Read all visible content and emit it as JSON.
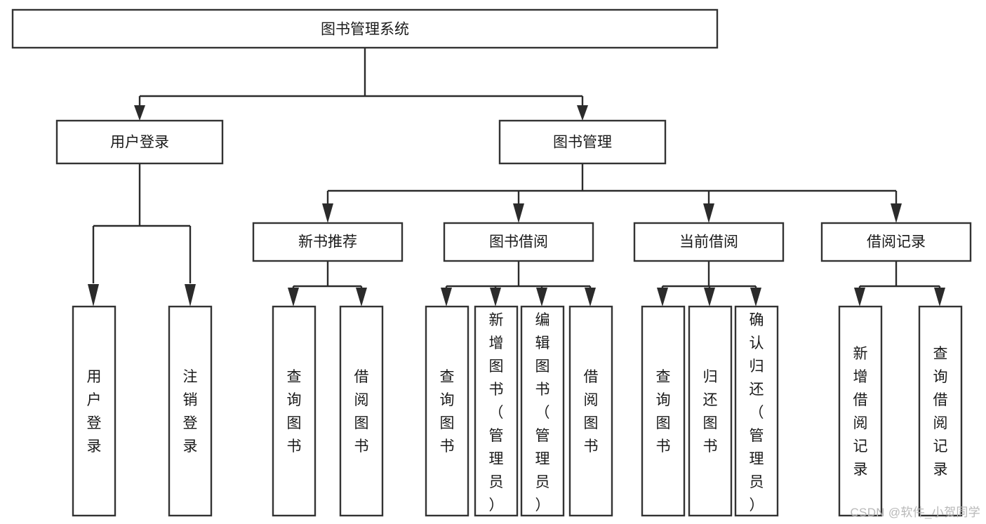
{
  "diagram": {
    "title": "图书管理系统",
    "type": "hierarchy-tree",
    "watermark": "CSDN @软件_小贺同学",
    "levels": {
      "root": {
        "label": "图书管理系统"
      },
      "level2": [
        {
          "id": "user-login",
          "label": "用户登录"
        },
        {
          "id": "book-management",
          "label": "图书管理"
        }
      ],
      "level3": [
        {
          "id": "new-book-recommend",
          "label": "新书推荐",
          "parent": "book-management"
        },
        {
          "id": "book-borrow",
          "label": "图书借阅",
          "parent": "book-management"
        },
        {
          "id": "current-borrow",
          "label": "当前借阅",
          "parent": "book-management"
        },
        {
          "id": "borrow-record",
          "label": "借阅记录",
          "parent": "book-management"
        }
      ],
      "leaves": [
        {
          "id": "leaf-user-login",
          "label": "用户登录",
          "parent": "user-login"
        },
        {
          "id": "leaf-logout-login",
          "label": "注销登录",
          "parent": "user-login"
        },
        {
          "id": "leaf-query-book-1",
          "label": "查询图书",
          "parent": "new-book-recommend"
        },
        {
          "id": "leaf-borrow-book-1",
          "label": "借阅图书",
          "parent": "new-book-recommend"
        },
        {
          "id": "leaf-query-book-2",
          "label": "查询图书",
          "parent": "book-borrow"
        },
        {
          "id": "leaf-add-book",
          "label": "新增图书（管理员）",
          "parent": "book-borrow"
        },
        {
          "id": "leaf-edit-book",
          "label": "编辑图书（管理员）",
          "parent": "book-borrow"
        },
        {
          "id": "leaf-borrow-book-2",
          "label": "借阅图书",
          "parent": "book-borrow"
        },
        {
          "id": "leaf-query-book-3",
          "label": "查询图书",
          "parent": "current-borrow"
        },
        {
          "id": "leaf-return-book",
          "label": "归还图书",
          "parent": "current-borrow"
        },
        {
          "id": "leaf-confirm-return",
          "label": "确认归还（管理员）",
          "parent": "current-borrow"
        },
        {
          "id": "leaf-add-record",
          "label": "新增借阅记录",
          "parent": "borrow-record"
        },
        {
          "id": "leaf-query-record",
          "label": "查询借阅记录",
          "parent": "borrow-record"
        }
      ]
    },
    "colors": {
      "box_stroke": "#333333",
      "box_fill": "#ffffff",
      "connector": "#2b2b2b",
      "text": "#1a1a1a",
      "watermark": "#b8b8b8",
      "background": "#ffffff"
    }
  }
}
